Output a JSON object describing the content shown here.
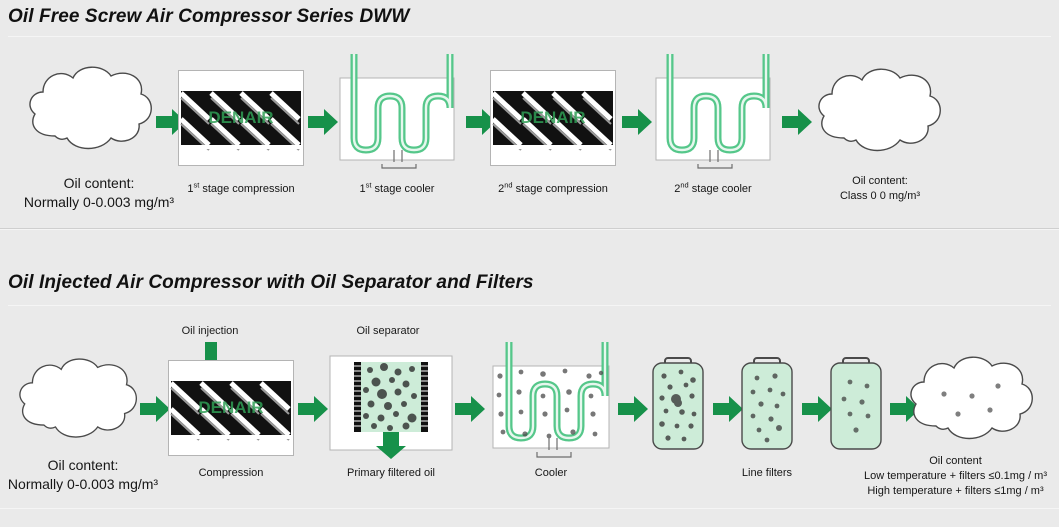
{
  "sections": [
    {
      "title": "Oil Free Screw Air Compressor Series DWW",
      "stages": [
        {
          "kind": "cloud",
          "caption_line1": "Oil content:",
          "caption_line2": "Normally 0-0.003 mg/m³"
        },
        {
          "kind": "rotor",
          "caption_line1": "1st stage compression",
          "caption_sup": "st",
          "caption_prefix": "1",
          "caption_rest": " stage compression"
        },
        {
          "kind": "cooler",
          "caption_prefix": "1",
          "caption_sup": "st",
          "caption_rest": " stage cooler"
        },
        {
          "kind": "rotor",
          "caption_prefix": "2",
          "caption_sup": "nd",
          "caption_rest": " stage compression"
        },
        {
          "kind": "cooler",
          "caption_prefix": "2",
          "caption_sup": "nd",
          "caption_rest": " stage cooler"
        },
        {
          "kind": "cloud",
          "caption_line1": "Oil content:",
          "caption_line2": "Class 0  0 mg/m³"
        }
      ]
    },
    {
      "title": "Oil Injected Air Compressor with Oil Separator and Filters",
      "stages": [
        {
          "kind": "cloud",
          "caption_line1": "Oil content:",
          "caption_line2": "Normally 0-0.003 mg/m³"
        },
        {
          "kind": "rotor-injected",
          "top_label": "Oil injection",
          "caption_line1": "Compression"
        },
        {
          "kind": "separator",
          "top_label": "Oil separator",
          "caption_line1": "Primary filtered oil"
        },
        {
          "kind": "cooler-dirty",
          "caption_line1": "Cooler"
        },
        {
          "kind": "filter",
          "caption_line1": ""
        },
        {
          "kind": "filter",
          "caption_line1": "Line filters"
        },
        {
          "kind": "filter",
          "caption_line1": ""
        },
        {
          "kind": "cloud-clean",
          "caption_line1": "Oil content",
          "caption_line2": "Low temperature + filters  ≤0.1mg / m³",
          "caption_line3": "High temperature + filters ≤1mg / m³"
        }
      ]
    }
  ],
  "colors": {
    "background": "#eaeaea",
    "arrow_green": "#17914a",
    "pipe_green": "#55c78a",
    "mint_fill": "#cdecd8",
    "box_border": "#b4b4b4",
    "text": "#1b1b1b",
    "watermark_green": "#2f9e55"
  },
  "watermark": "DENAIR",
  "captions": {
    "r1_c1_l1": "Oil content:",
    "r1_c1_l2": "Normally 0-0.003 mg/m³",
    "r1_c2_pre": "1",
    "r1_c2_sup": "st",
    "r1_c2_post": " stage compression",
    "r1_c3_pre": "1",
    "r1_c3_sup": "st",
    "r1_c3_post": " stage cooler",
    "r1_c4_pre": "2",
    "r1_c4_sup": "nd",
    "r1_c4_post": " stage compression",
    "r1_c5_pre": "2",
    "r1_c5_sup": "nd",
    "r1_c5_post": " stage cooler",
    "r1_c6_l1": "Oil content:",
    "r1_c6_l2": "Class 0  0 mg/m³",
    "r2_c1_l1": "Oil content:",
    "r2_c1_l2": "Normally 0-0.003 mg/m³",
    "r2_oil_injection": "Oil injection",
    "r2_c2_l1": "Compression",
    "r2_oil_separator": "Oil separator",
    "r2_c3_l1": "Primary filtered oil",
    "r2_c4_l1": "Cooler",
    "r2_c6_l1": "Line filters",
    "r2_c8_l1": "Oil content",
    "r2_c8_l2": "Low temperature + filters  ≤0.1mg / m³",
    "r2_c8_l3": "High temperature + filters ≤1mg / m³"
  }
}
